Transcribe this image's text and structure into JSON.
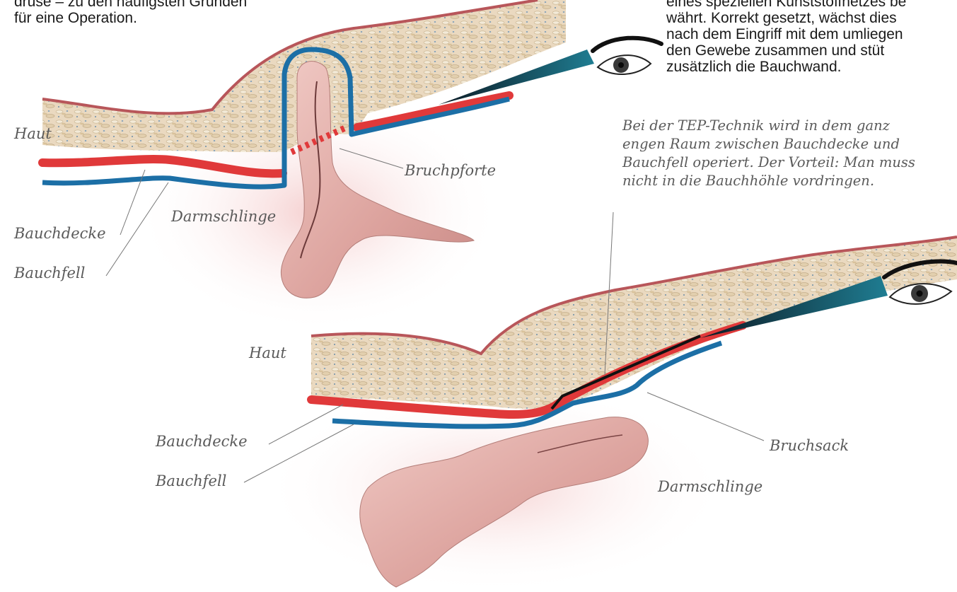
{
  "text_left": {
    "line1": "drüse – zu den häufigsten Gründen",
    "line2": "für eine Operation."
  },
  "text_right": {
    "line1": "eines speziellen Kunststoffnetzes be",
    "line2": "währt. Korrekt gesetzt, wächst dies",
    "line3": "nach dem Eingriff mit dem umliegen",
    "line4": "den Gewebe zusammen und stüt",
    "line5": "zusätzlich die Bauchwand."
  },
  "caption_tep": {
    "line1": "Bei der TEP-Technik wird in dem ganz",
    "line2": "engen Raum zwischen Bauchdecke und",
    "line3": "Bauchfell operiert. Der Vorteil: Man muss",
    "line4": "nicht in die Bauchhöhle vordringen."
  },
  "diagram_top": {
    "haut": "Haut",
    "bruchpforte": "Bruchpforte",
    "darmschlinge": "Darmschlinge",
    "bauchdecke": "Bauchdecke",
    "bauchfell": "Bauchfell"
  },
  "diagram_bottom": {
    "haut": "Haut",
    "bauchdecke": "Bauchdecke",
    "bauchfell": "Bauchfell",
    "bruchsack": "Bruchsack",
    "darmschlinge": "Darmschlinge"
  },
  "colors": {
    "skin_outline": "#b8565a",
    "tissue_fill": "#e8dcc4",
    "muscle_red": "#e0393a",
    "peritoneum_blue": "#1c6fa6",
    "intestine": "#dfaaa6",
    "glow": "#f6d6d6",
    "label_gray": "#5a5a5a"
  }
}
